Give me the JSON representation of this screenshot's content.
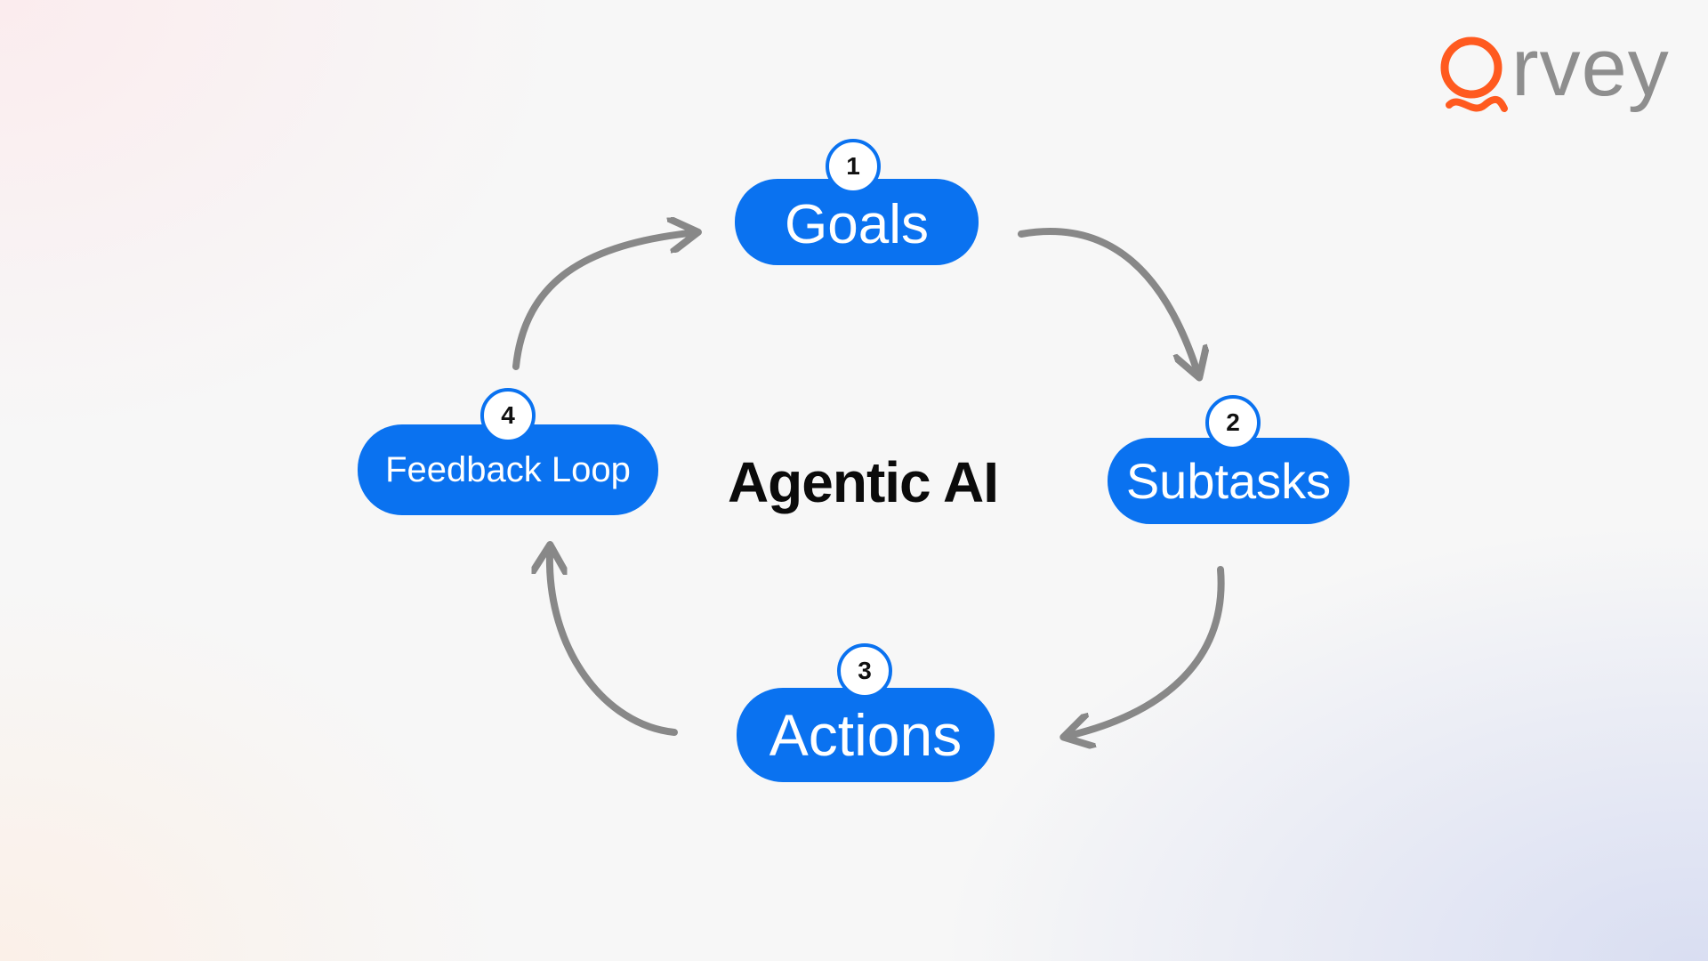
{
  "logo": {
    "text": "rvey",
    "brand_color": "#ff5a1f",
    "text_color": "#8e8e8e"
  },
  "title": "Agentic AI",
  "accent_color": "#0a72f0",
  "arrow_color": "#888888",
  "nodes": [
    {
      "step": "1",
      "label": "Goals"
    },
    {
      "step": "2",
      "label": "Subtasks"
    },
    {
      "step": "3",
      "label": "Actions"
    },
    {
      "step": "4",
      "label": "Feedback Loop"
    }
  ]
}
